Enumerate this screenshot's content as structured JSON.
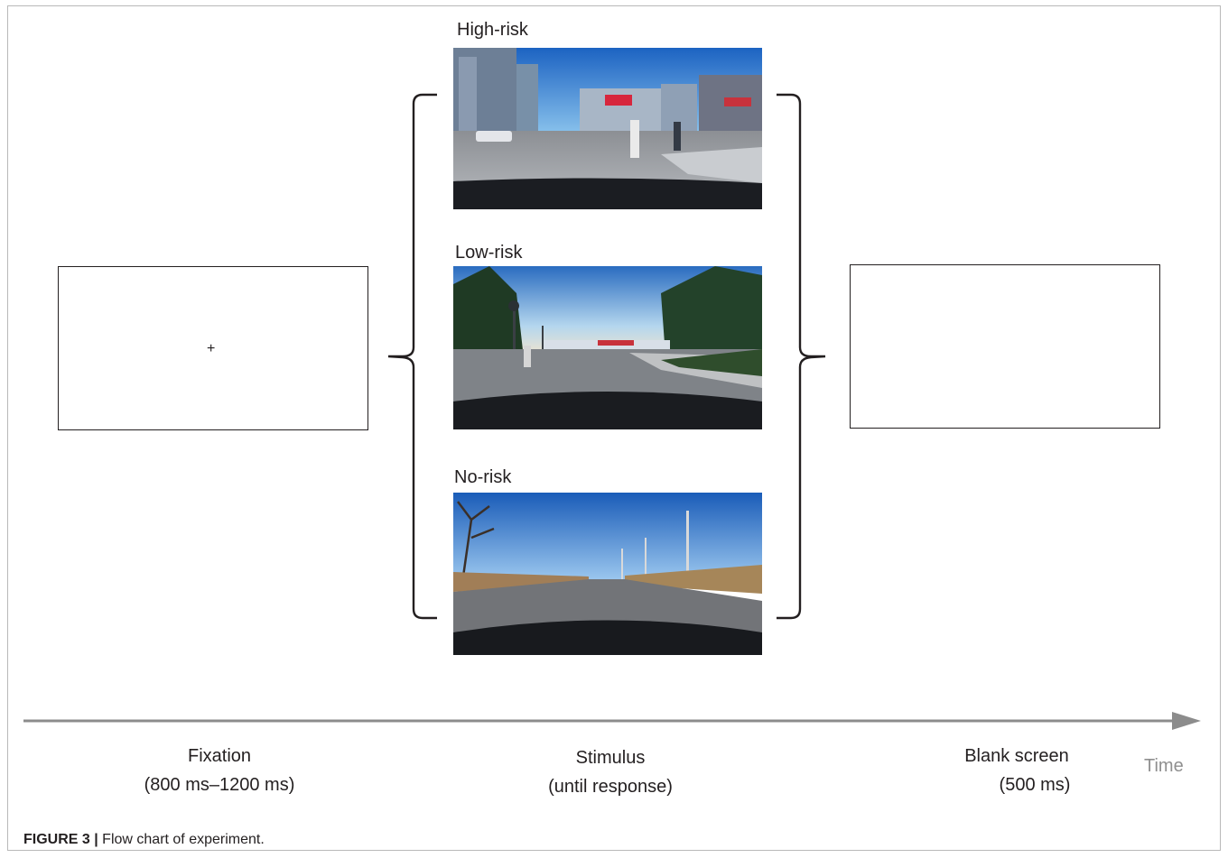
{
  "stimuli": [
    {
      "label": "High-risk",
      "scene": "urban-intersection-pedestrians"
    },
    {
      "label": "Low-risk",
      "scene": "suburban-road-one-pedestrian"
    },
    {
      "label": "No-risk",
      "scene": "empty-rural-road"
    }
  ],
  "fixation_screen": {
    "symbol": "+"
  },
  "timeline": {
    "phases": [
      {
        "name": "Fixation",
        "duration": "(800 ms–1200 ms)"
      },
      {
        "name": "Stimulus",
        "duration": "(until response)"
      },
      {
        "name": "Blank screen",
        "duration": "(500 ms)"
      }
    ],
    "axis_label": "Time"
  },
  "caption": {
    "figure_number": "FIGURE 3 |",
    "text": " Flow chart of experiment."
  },
  "colors": {
    "axis": "#8c8c8c",
    "stroke": "#231f20",
    "sky_top": "#1f6fc4",
    "road": "#7b7d80"
  }
}
